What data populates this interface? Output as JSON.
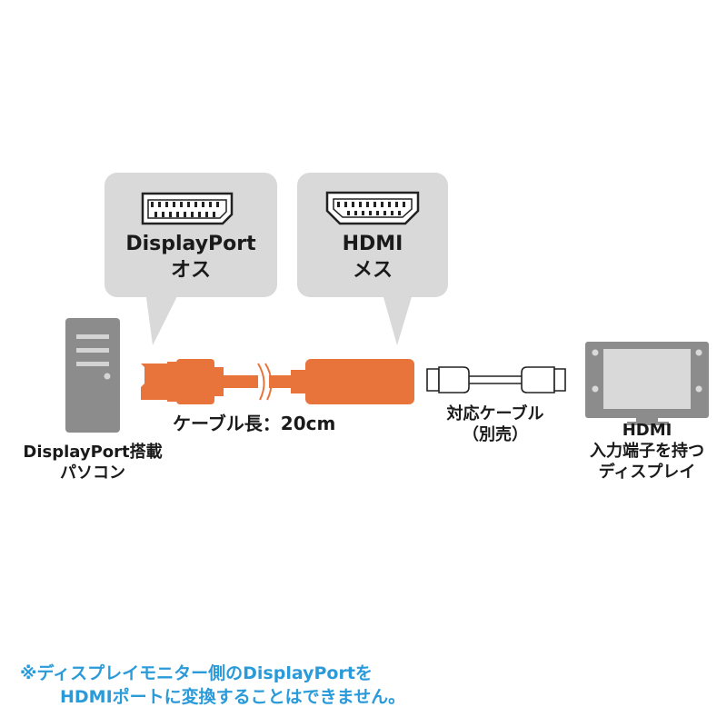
{
  "callouts": {
    "displayport": {
      "line1": "DisplayPort",
      "line2": "オス",
      "icon": "displayport-connector-icon"
    },
    "hdmi": {
      "line1": "HDMI",
      "line2": "メス",
      "icon": "hdmi-connector-icon"
    }
  },
  "devices": {
    "pc": {
      "line1": "DisplayPort搭載",
      "line2": "パソコン",
      "icon": "pc-tower-icon"
    },
    "display": {
      "line1": "HDMI",
      "line2": "入力端子を持つ",
      "line3": "ディスプレイ",
      "icon": "monitor-icon"
    }
  },
  "cable": {
    "length_label": "ケーブル長：20cm",
    "compatible_line1": "対応ケーブル",
    "compatible_line2": "（別売）"
  },
  "note": {
    "line1": "※ディスプレイモニター側のDisplayPortを",
    "line2": "HDMIポートに変換することはできません。"
  },
  "colors": {
    "adapter_orange": "#e8743c",
    "bubble_gray": "#d9d9d9",
    "device_gray": "#8c8c8c",
    "note_blue": "#2a9ad9"
  }
}
